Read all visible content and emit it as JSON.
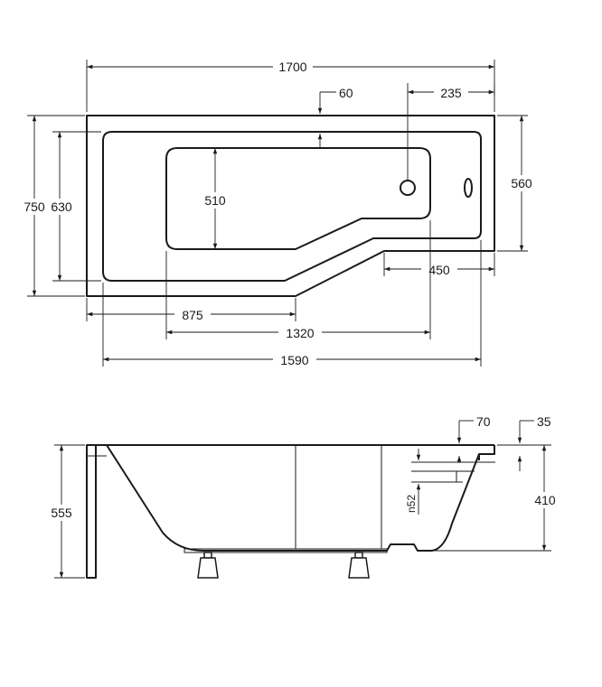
{
  "top_view": {
    "dim_total_length": "1700",
    "dim_rim_offset": "60",
    "dim_drain_offset": "235",
    "dim_total_width": "750",
    "dim_inner_width": "630",
    "dim_basin_width": "510",
    "dim_narrow_width": "560",
    "dim_narrow_length": "450",
    "dim_wide_length": "875",
    "dim_basin_length": "1320",
    "dim_inner_length": "1590"
  },
  "side_view": {
    "dim_height": "555",
    "dim_depth": "410",
    "dim_rim_70": "70",
    "dim_rim_35": "35",
    "dim_overflow": "n52"
  }
}
